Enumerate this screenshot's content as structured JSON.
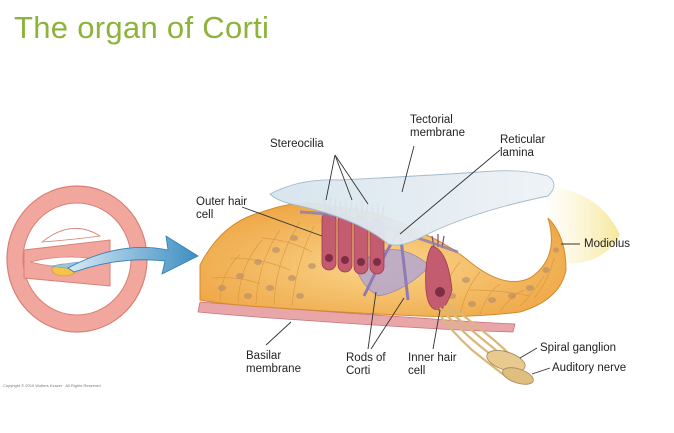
{
  "title": "The organ of Corti",
  "colors": {
    "title": "#8DB33A",
    "cell_fill": "#F2B655",
    "hair_cell": "#C2596E",
    "membrane": "#D9E6F0",
    "cochlea_pink": "#F0A39A",
    "arrow": "#4C9BC9"
  },
  "labels": {
    "stereocilia": "Stereocilia",
    "tectorial_line1": "Tectorial",
    "tectorial_line2": "membrane",
    "reticular_line1": "Reticular",
    "reticular_line2": "lamina",
    "outer_hair_line1": "Outer hair",
    "outer_hair_line2": "cell",
    "modiolus": "Modiolus",
    "basilar_line1": "Basilar",
    "basilar_line2": "membrane",
    "rods_line1": "Rods of",
    "rods_line2": "Corti",
    "inner_hair_line1": "Inner hair",
    "inner_hair_line2": "cell",
    "spiral_ganglion": "Spiral ganglion",
    "auditory_nerve": "Auditory nerve"
  },
  "copyright": "Copyright © 2010 Wolters Kluwer · All Rights Reserved"
}
